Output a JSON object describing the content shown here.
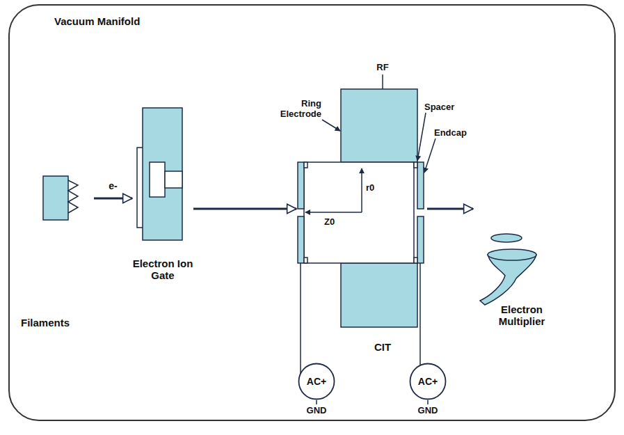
{
  "diagram": {
    "nodes": [
      {
        "text": [
          "Vacuum Manifold"
        ]
      },
      {
        "text": [
          "Filaments"
        ],
        "in": 0
      },
      {
        "text": [
          "Electron Ion Gate"
        ],
        "in": 0
      },
      {
        "text": [
          "CIT"
        ],
        "in": 0
      },
      {
        "text": [
          "Electron Multiplier"
        ],
        "in": 0
      },
      {
        "text": [
          "AC+"
        ],
        "in": 0
      },
      {
        "text": [
          "AC+"
        ],
        "in": 0
      }
    ],
    "edges": [
      {
        "from": 1,
        "to": 2,
        "label": "e-",
        "arrow": "to"
      },
      {
        "from": 2,
        "to": 3,
        "arrow": "to"
      },
      {
        "from": 3,
        "to": 4,
        "arrow": "to"
      },
      {
        "from": 3,
        "to": 5,
        "arrow": "none"
      },
      {
        "from": 3,
        "to": 6,
        "arrow": "none"
      }
    ],
    "labels": [
      "RF",
      "Ring Electrode",
      "Spacer",
      "Endcap",
      "r0",
      "Z0",
      "GND",
      "GND"
    ]
  }
}
